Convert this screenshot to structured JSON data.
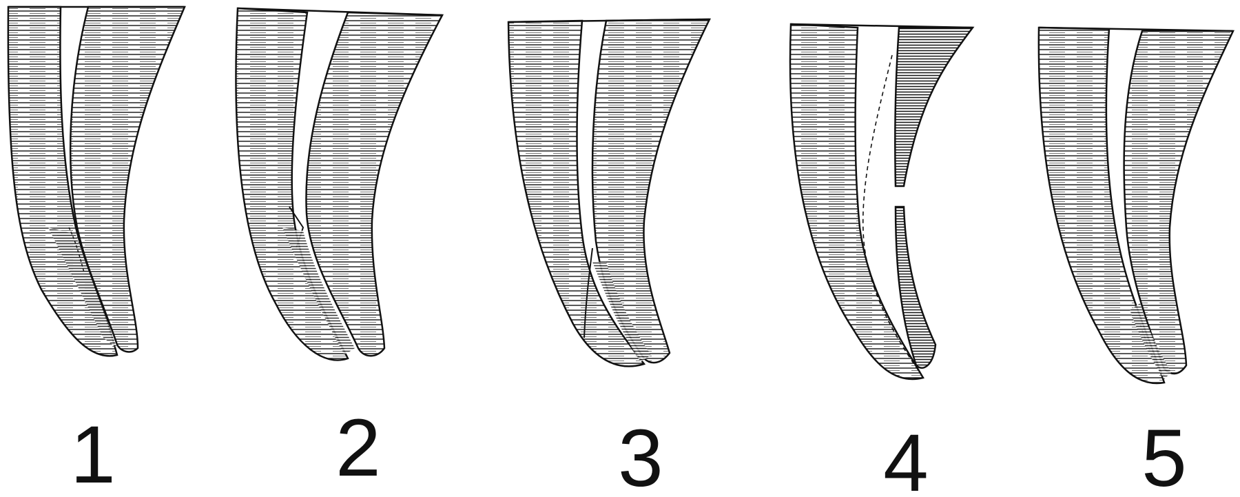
{
  "figure": {
    "panels": [
      {
        "id": "panel-1",
        "label": "1"
      },
      {
        "id": "panel-2",
        "label": "2"
      },
      {
        "id": "panel-3",
        "label": "3"
      },
      {
        "id": "panel-4",
        "label": "4"
      },
      {
        "id": "panel-5",
        "label": "5"
      }
    ],
    "colors": {
      "ink": "#111111",
      "paper": "#ffffff"
    }
  }
}
